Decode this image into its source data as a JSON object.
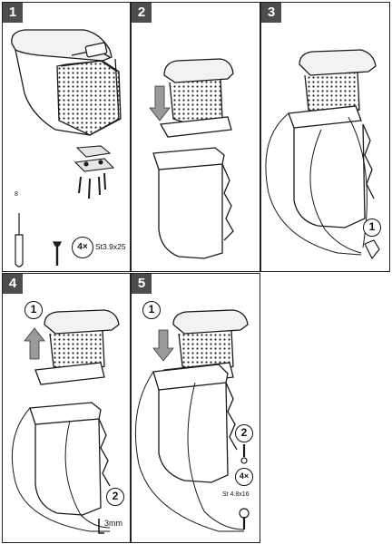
{
  "steps": [
    {
      "number": "1",
      "callouts": {
        "quantity": "4×",
        "screw_spec": "St3.9x25",
        "mm_label": "8"
      }
    },
    {
      "number": "2"
    },
    {
      "number": "3",
      "callouts": {
        "substep": "1"
      }
    },
    {
      "number": "4",
      "callouts": {
        "substep_a": "1",
        "substep_b": "2",
        "hex_size": "3mm"
      }
    },
    {
      "number": "5",
      "callouts": {
        "substep_a": "1",
        "substep_b": "2",
        "quantity": "4×",
        "screw_spec": "St 4.8x16"
      }
    }
  ],
  "colors": {
    "badge": "#4d4d4d",
    "outline": "#1a1a1a",
    "dots": "#222222",
    "arrow": "#9a9a9a"
  }
}
